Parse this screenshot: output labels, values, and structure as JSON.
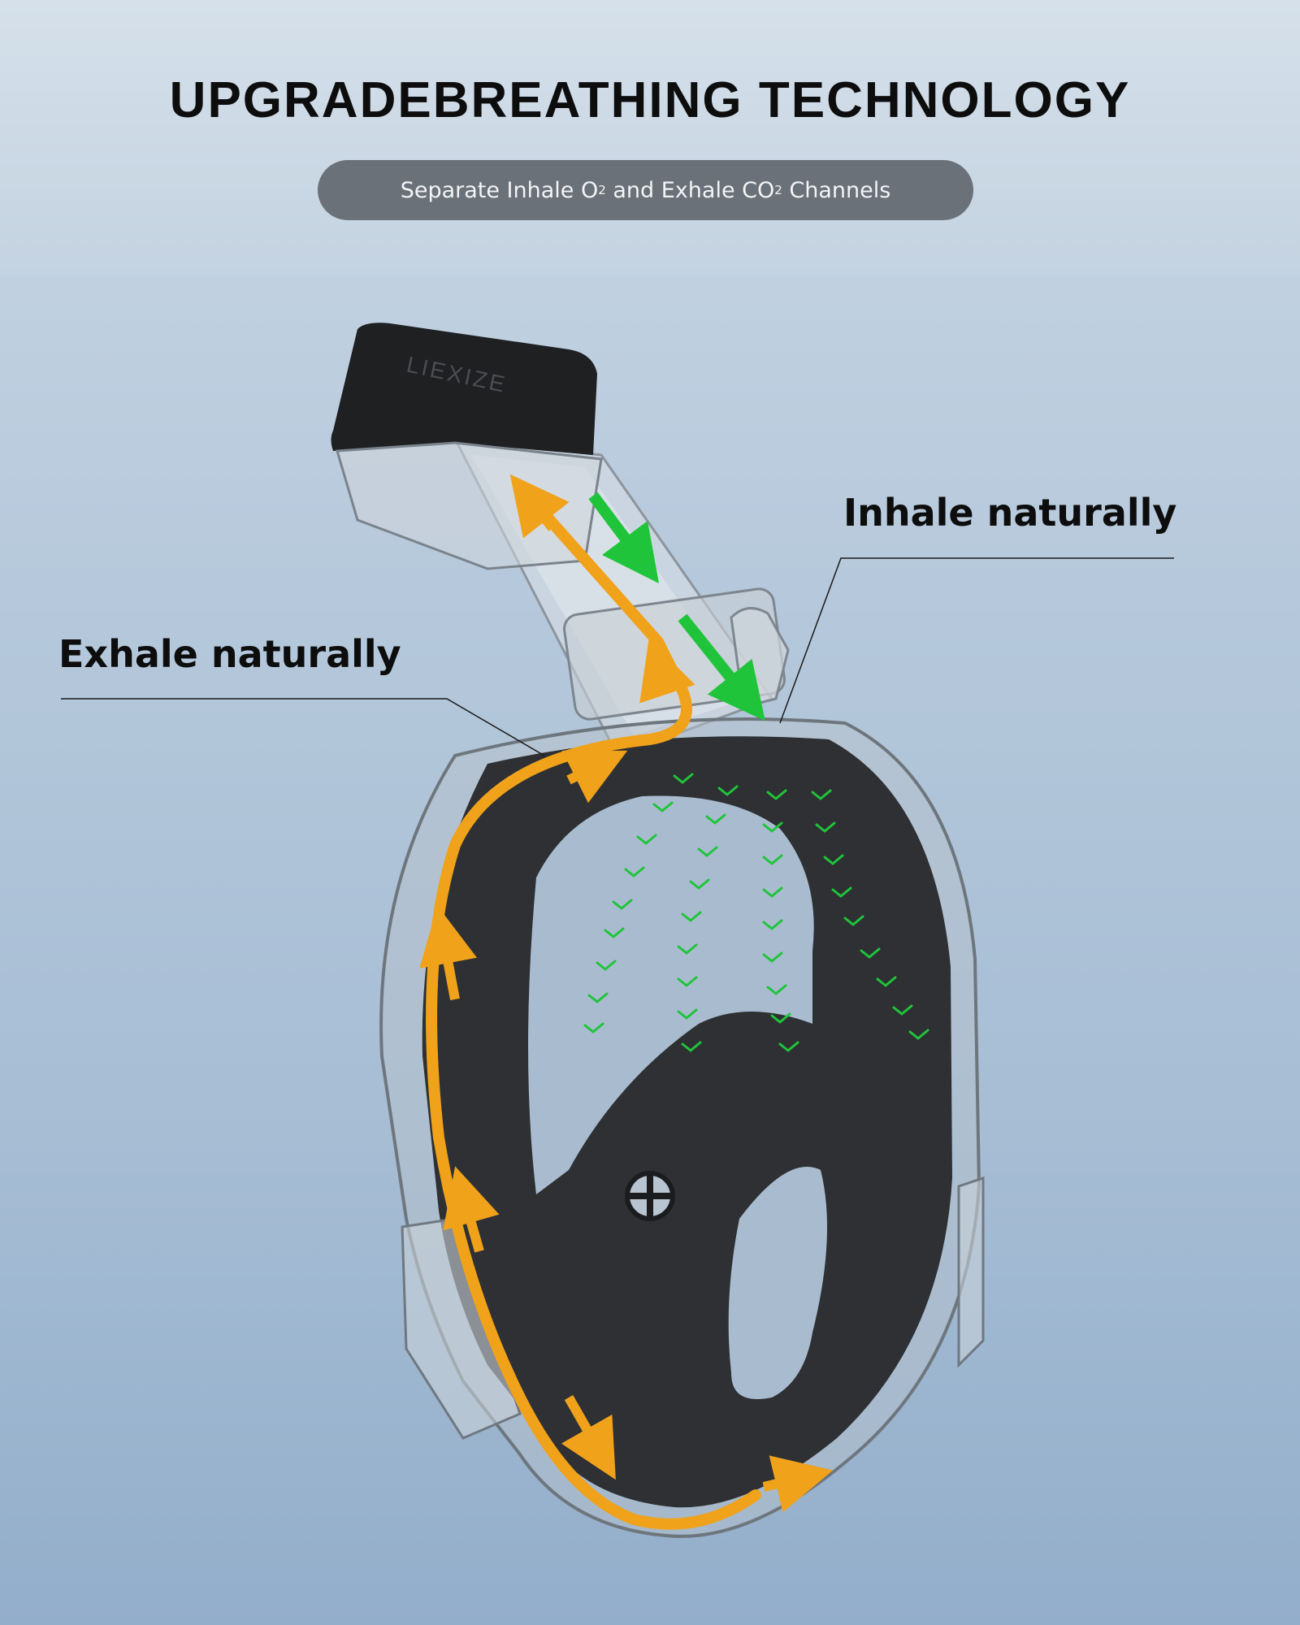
{
  "header": {
    "title": "UPGRADEBREATHING TECHNOLOGY",
    "subtitle": {
      "part1": "Separate Inhale O",
      "sub1": "2",
      "part2": " and Exhale CO",
      "sub2": "2",
      "part3": " Channels"
    }
  },
  "callouts": {
    "exhale": "Exhale naturally",
    "inhale": "Inhale naturally"
  },
  "product": {
    "brand_logo": "LIEXIZE",
    "icons": [
      "snorkel-tube-icon",
      "mask-frame-icon",
      "exhale-arrow-icon",
      "inhale-arrow-icon",
      "airflow-chevron-icon"
    ]
  },
  "colors": {
    "exhale_flow": "#f0a21a",
    "inhale_flow": "#1fc43a",
    "mask_dark": "#2e3033",
    "pill_bg": "#6b7178"
  }
}
